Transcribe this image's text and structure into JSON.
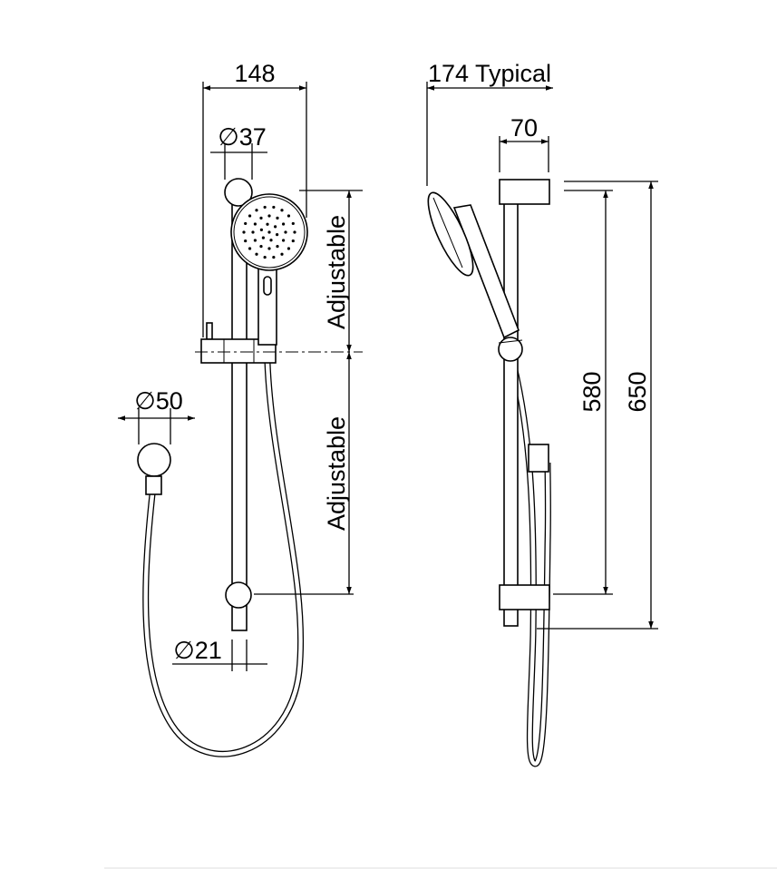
{
  "drawing": {
    "front_view": {
      "width_label": "148",
      "head_diameter_label": "∅37",
      "upper_adjust_label": "Adjustable",
      "lower_adjust_label": "Adjustable",
      "outlet_diameter_label": "∅50",
      "rail_diameter_label": "∅21"
    },
    "side_view": {
      "projection_label": "174 Typical",
      "bracket_depth_label": "70",
      "bracket_spacing_label": "580",
      "overall_height_label": "650"
    },
    "line_color": "#000000",
    "background_color": "#ffffff"
  }
}
